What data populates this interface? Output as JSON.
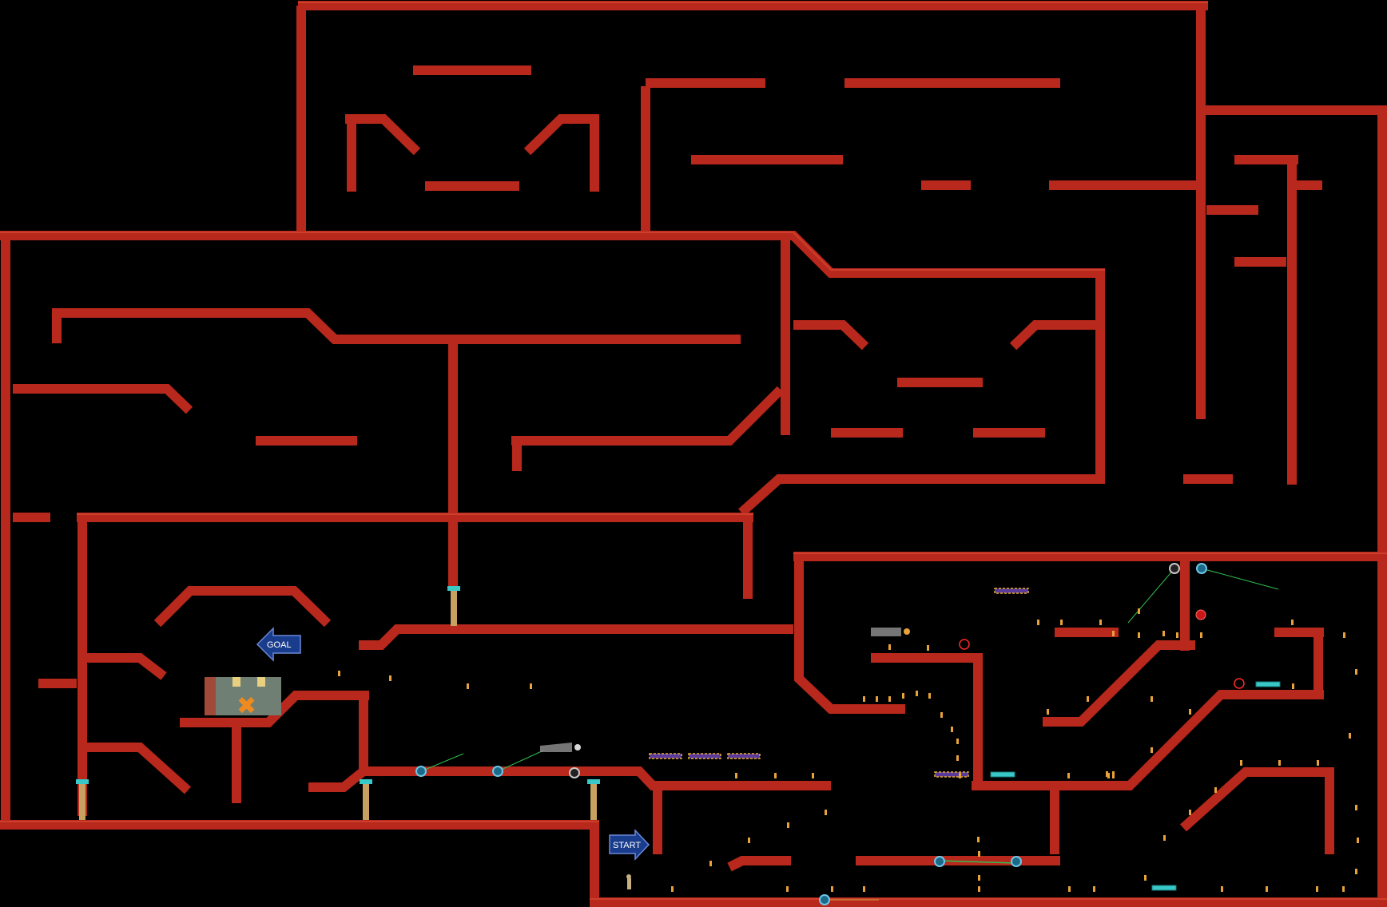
{
  "game": {
    "start_label": "START",
    "goal_label": "GOAL",
    "wall_color": "#b8281c",
    "wall_highlight": "#e0503a",
    "background": "#000000",
    "laser_color": "#2fbf4f",
    "pickup_color": "#e8a23a",
    "hazard_stripe": "#e8b030",
    "exit_room_color": "#6f7f73",
    "exit_marker_color": "#f08a1e",
    "icons": {
      "start": "arrow-right-sign",
      "goal": "arrow-left-sign",
      "turret": "turret-pod",
      "mine": "proximity-mine",
      "launch_pad": "bounce-pad",
      "alert": "alert-marker",
      "drone": "searchlight-drone",
      "spring": "spring-column",
      "player": "ninja-player",
      "pickup": "gold-pickup"
    }
  }
}
